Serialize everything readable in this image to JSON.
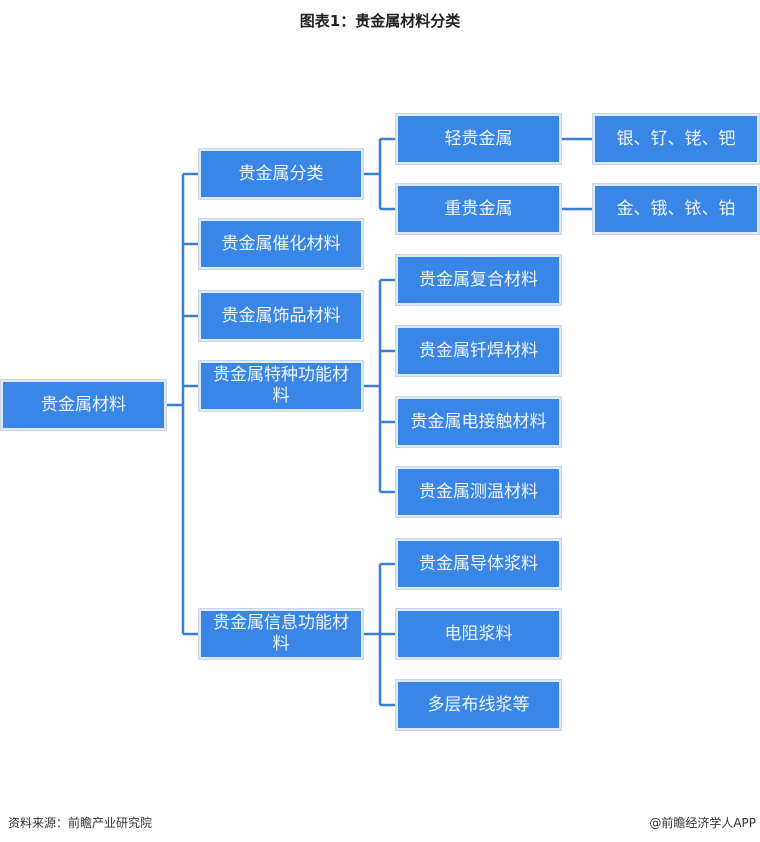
{
  "title": "图表1：贵金属材料分类",
  "root": "贵金属材料",
  "level1": [
    "贵金属分类",
    "贵金属催化材料",
    "贵金属饰品材料",
    "贵金属特种功能材料",
    "贵金属信息功能材料"
  ],
  "classification": {
    "children": [
      "轻贵金属",
      "重贵金属"
    ],
    "members": [
      "银、钌、铑、钯",
      "金、锇、铱、铂"
    ]
  },
  "special_function": [
    "贵金属复合材料",
    "贵金属钎焊材料",
    "贵金属电接触材料",
    "贵金属测温材料"
  ],
  "info_function": [
    "贵金属导体浆料",
    "电阻浆料",
    "多层布线浆等"
  ],
  "footer": {
    "source": "资料来源：前瞻产业研究院",
    "credit": "@前瞻经济学人APP"
  },
  "colors": {
    "box": "#3a86e6",
    "line": "#3b7fd4"
  }
}
